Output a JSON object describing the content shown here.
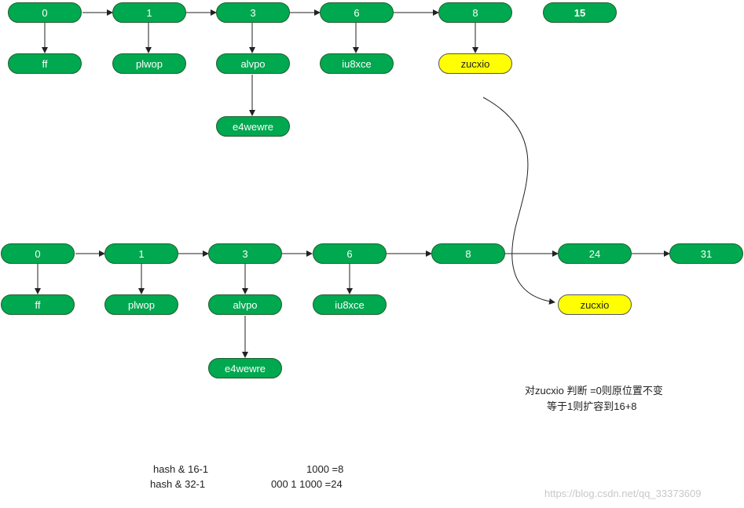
{
  "colors": {
    "node": "#00a84f",
    "highlight": "#ffff00",
    "line": "#222222"
  },
  "before": {
    "buckets": [
      "0",
      "1",
      "3",
      "6",
      "8",
      "15"
    ],
    "entries": [
      "ff",
      "plwop",
      "alvpo",
      "e4wewre",
      "iu8xce",
      "zucxio"
    ]
  },
  "after": {
    "buckets": [
      "0",
      "1",
      "3",
      "6",
      "8",
      "24",
      "31"
    ],
    "entries": [
      "ff",
      "plwop",
      "alvpo",
      "e4wewre",
      "iu8xce",
      "zucxio"
    ]
  },
  "note": {
    "line1": "对zucxio 判断 =0则原位置不变",
    "line2": "等于1则扩容到16+8"
  },
  "calc": {
    "hash16_label": "hash & 16-1",
    "hash32_label": "hash & 32-1",
    "hash16_value": "1000 =8",
    "hash32_value": "000 1 1000 =24"
  },
  "watermark": "https://blog.csdn.net/qq_33373609"
}
